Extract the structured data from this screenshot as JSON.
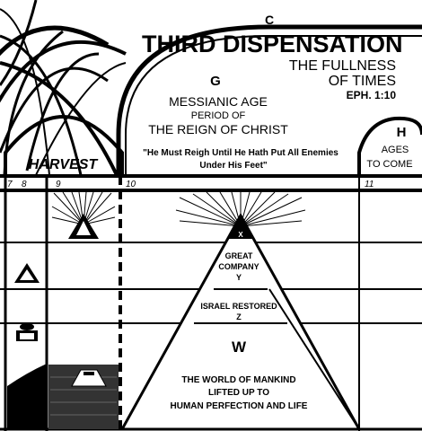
{
  "title": {
    "letter": "C",
    "main": "THIRD DISPENSATION",
    "sub1": "THE FULLNESS",
    "sub2": "OF TIMES",
    "ref": "EPH. 1:10"
  },
  "messianic": {
    "letter": "G",
    "line1": "MESSIANIC AGE",
    "line2": "PERIOD OF",
    "line3": "THE REIGN OF CHRIST",
    "quote1": "\"He Must Reigh Until He Hath Put All Enemies",
    "quote2": "Under His Feet\""
  },
  "ages": {
    "letter": "H",
    "line1": "AGES",
    "line2": "TO COME"
  },
  "harvest": "HARVEST",
  "markers": [
    "7",
    "8",
    "9",
    "10",
    "11"
  ],
  "pyramid": {
    "apex": "X",
    "great1": "GREAT",
    "great2": "COMPANY",
    "great3": "Y",
    "israel1": "ISRAEL RESTORED",
    "israel2": "Z",
    "w": "W",
    "world1": "THE WORLD OF MANKIND",
    "world2": "LIFTED UP TO",
    "world3": "HUMAN PERFECTION AND LIFE"
  },
  "side_symbols": {
    "triangle": "▲",
    "tent": "⌂"
  }
}
